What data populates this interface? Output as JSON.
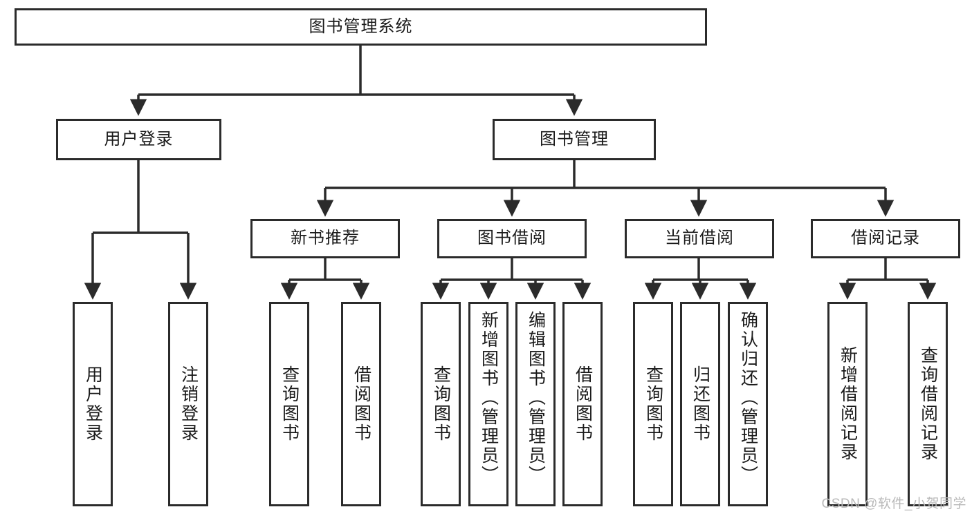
{
  "diagram": {
    "type": "hierarchy-tree",
    "title": "图书管理系统",
    "root": {
      "id": "root",
      "label": "图书管理系统"
    },
    "level2": [
      {
        "id": "user-login",
        "label": "用户登录"
      },
      {
        "id": "book-manage",
        "label": "图书管理"
      }
    ],
    "level3": [
      {
        "id": "new-book-recommend",
        "label": "新书推荐",
        "parent": "book-manage"
      },
      {
        "id": "book-borrow",
        "label": "图书借阅",
        "parent": "book-manage"
      },
      {
        "id": "current-borrow",
        "label": "当前借阅",
        "parent": "book-manage"
      },
      {
        "id": "borrow-record",
        "label": "借阅记录",
        "parent": "book-manage"
      }
    ],
    "leaves": {
      "user_login": [
        {
          "id": "leaf-user-login",
          "label": "用户登录"
        },
        {
          "id": "leaf-user-logout",
          "label": "注销登录"
        }
      ],
      "new_book_recommend": [
        {
          "id": "leaf-query-book-1",
          "label": "查询图书"
        },
        {
          "id": "leaf-borrow-book-1",
          "label": "借阅图书"
        }
      ],
      "book_borrow": [
        {
          "id": "leaf-query-book-2",
          "label": "查询图书"
        },
        {
          "id": "leaf-add-book",
          "label": "新增图书（管理员）"
        },
        {
          "id": "leaf-edit-book",
          "label": "编辑图书（管理员）"
        },
        {
          "id": "leaf-borrow-book-2",
          "label": "借阅图书"
        }
      ],
      "current_borrow": [
        {
          "id": "leaf-query-book-3",
          "label": "查询图书"
        },
        {
          "id": "leaf-return-book",
          "label": "归还图书"
        },
        {
          "id": "leaf-confirm-return",
          "label": "确认归还（管理员）"
        }
      ],
      "borrow_record": [
        {
          "id": "leaf-add-record",
          "label": "新增借阅记录"
        },
        {
          "id": "leaf-query-record",
          "label": "查询借阅记录"
        }
      ]
    }
  },
  "watermark": {
    "text": "CSDN @软件_小贺同学"
  },
  "colors": {
    "stroke": "#2b2b2b",
    "fill": "#ffffff",
    "text": "#1a1a1a",
    "watermark": "#b9b9b9"
  }
}
